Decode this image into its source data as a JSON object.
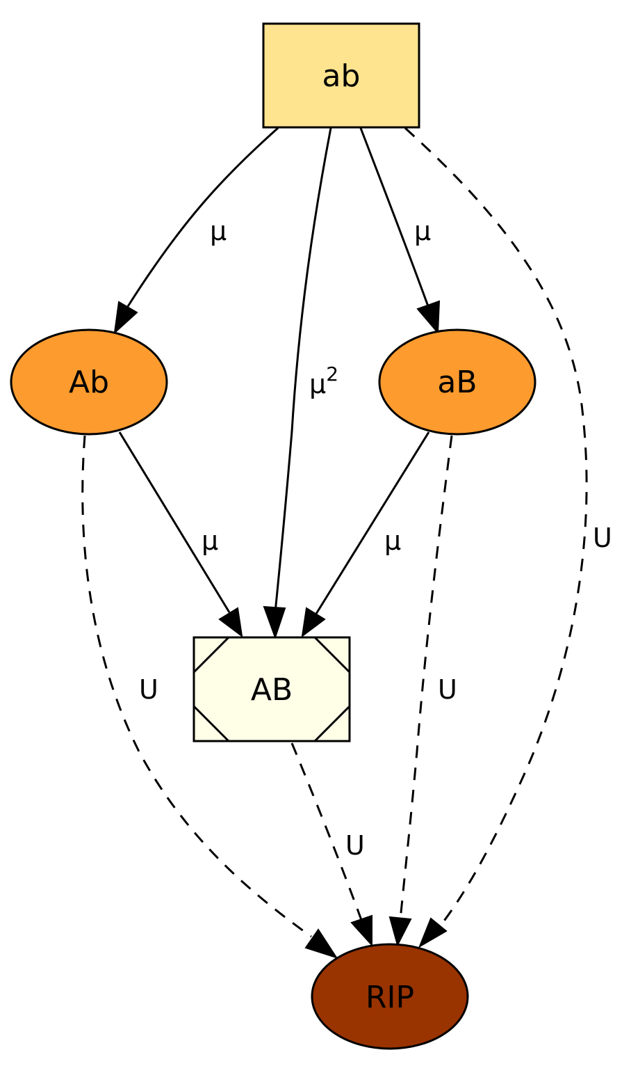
{
  "nodes": {
    "ab": {
      "label": "ab",
      "color": "#FFE490"
    },
    "Ab": {
      "label": "Ab",
      "color": "#FD9B2E"
    },
    "aB": {
      "label": "aB",
      "color": "#FD9B2E"
    },
    "AB": {
      "label": "AB",
      "color": "#FFFFE8"
    },
    "RIP": {
      "label": "RIP",
      "color": "#993300"
    }
  },
  "edges": {
    "ab_Ab": {
      "label": "μ"
    },
    "ab_AB": {
      "label": "μ",
      "sup": "2"
    },
    "ab_aB": {
      "label": "μ"
    },
    "ab_RIP": {
      "label": "U"
    },
    "Ab_AB": {
      "label": "μ"
    },
    "aB_AB": {
      "label": "μ"
    },
    "Ab_RIP": {
      "label": "U"
    },
    "aB_RIP": {
      "label": "U"
    },
    "AB_RIP": {
      "label": "U"
    }
  },
  "edge_styles": {
    "mutation": "solid",
    "death": "dashed"
  }
}
